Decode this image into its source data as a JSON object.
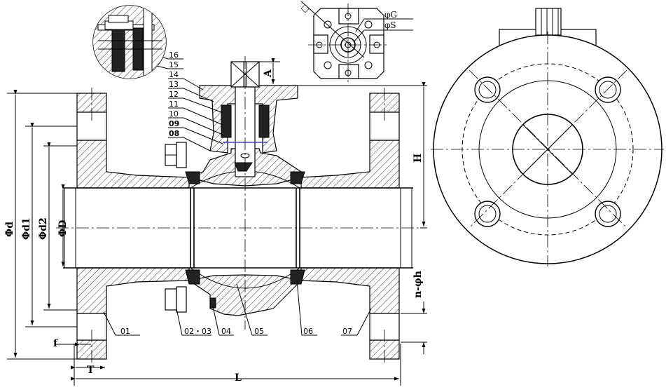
{
  "drawing": {
    "parts": [
      "01",
      "02・03",
      "04",
      "05",
      "06",
      "07",
      "08",
      "09",
      "10",
      "11",
      "12",
      "13",
      "14",
      "15",
      "16"
    ],
    "dimensions": {
      "d": "Φd",
      "d1": "Φd1",
      "d2": "Φd2",
      "D": "ΦD",
      "L": "L",
      "T": "T",
      "f": "f",
      "H": "H",
      "A": "A",
      "nh": "n-φh",
      "G": "φG",
      "S": "φS",
      "square": "□"
    }
  }
}
